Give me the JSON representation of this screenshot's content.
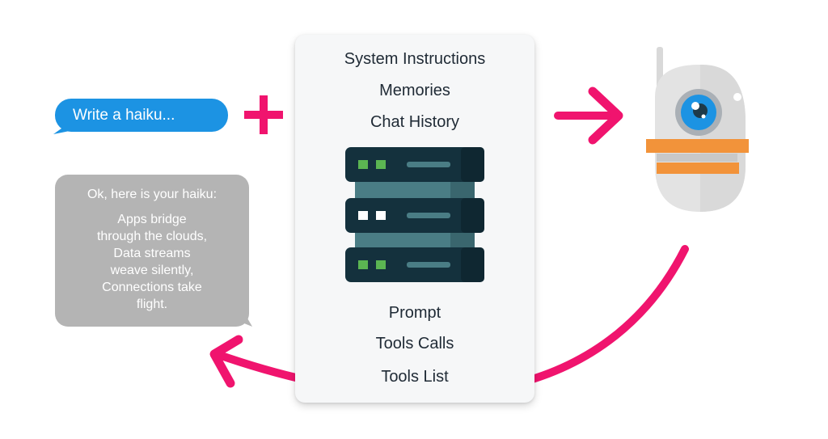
{
  "user_message": {
    "text": "Write a haiku..."
  },
  "context": {
    "items_top": [
      "System Instructions",
      "Memories",
      "Chat History"
    ],
    "items_bottom": [
      "Prompt",
      "Tools Calls",
      "Tools List"
    ]
  },
  "reply": {
    "intro": "Ok, here is your haiku:",
    "lines": [
      "Apps bridge",
      "through the clouds,",
      "Data streams",
      "weave silently,",
      "Connections take",
      "flight."
    ]
  },
  "colors": {
    "accent": "#f0146e",
    "user_bubble": "#1c93e3",
    "reply_bubble": "#b4b4b4",
    "server_dark": "#14313d",
    "server_teal": "#4a7d85",
    "led_green": "#5bb552",
    "robot_orange": "#f2933a",
    "robot_eye_blue": "#1c93e3"
  },
  "icons": [
    "plus-icon",
    "right-arrow-icon",
    "server-stack-icon",
    "robot-icon",
    "return-arrow-icon"
  ]
}
